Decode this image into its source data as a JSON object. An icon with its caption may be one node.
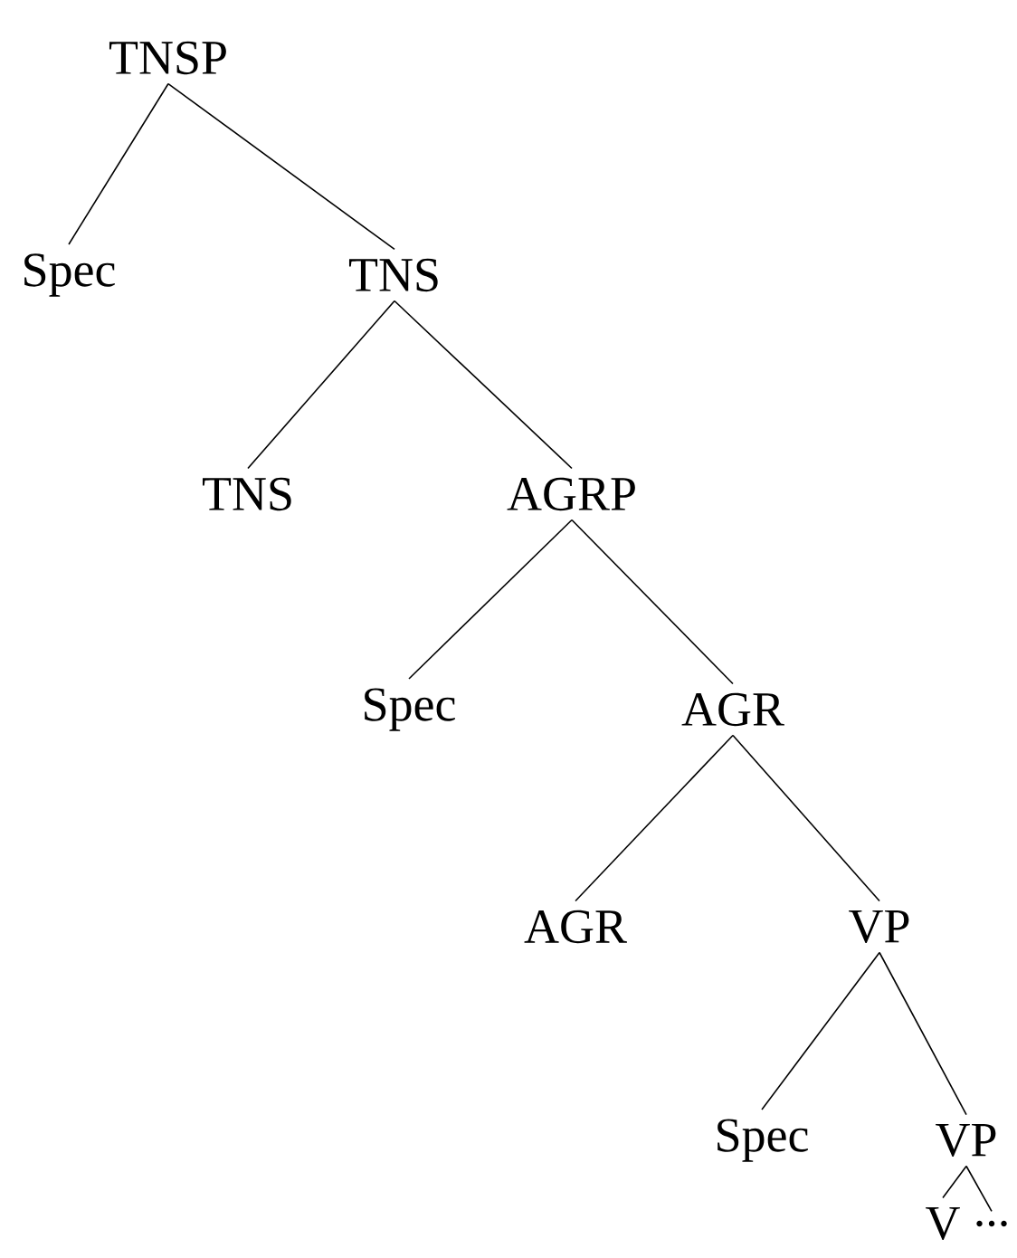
{
  "diagram": {
    "nodes": [
      {
        "text": [
          "TNSP"
        ]
      },
      {
        "text": [
          "Spec"
        ]
      },
      {
        "text": [
          "TNS"
        ]
      },
      {
        "text": [
          "TNS"
        ]
      },
      {
        "text": [
          "AGRP"
        ]
      },
      {
        "text": [
          "Spec"
        ]
      },
      {
        "text": [
          "AGR"
        ]
      },
      {
        "text": [
          "AGR"
        ]
      },
      {
        "text": [
          "VP"
        ]
      },
      {
        "text": [
          "Spec"
        ]
      },
      {
        "text": [
          "VP"
        ]
      },
      {
        "text": [
          "V"
        ]
      },
      {
        "text": [
          "..."
        ]
      }
    ],
    "edges": [
      {
        "from": 0,
        "to": 1,
        "arrow": "none"
      },
      {
        "from": 0,
        "to": 2,
        "arrow": "none"
      },
      {
        "from": 2,
        "to": 3,
        "arrow": "none"
      },
      {
        "from": 2,
        "to": 4,
        "arrow": "none"
      },
      {
        "from": 4,
        "to": 5,
        "arrow": "none"
      },
      {
        "from": 4,
        "to": 6,
        "arrow": "none"
      },
      {
        "from": 6,
        "to": 7,
        "arrow": "none"
      },
      {
        "from": 6,
        "to": 8,
        "arrow": "none"
      },
      {
        "from": 8,
        "to": 9,
        "arrow": "none"
      },
      {
        "from": 8,
        "to": 10,
        "arrow": "none"
      },
      {
        "from": 10,
        "to": 11,
        "arrow": "none"
      },
      {
        "from": 10,
        "to": 12,
        "arrow": "none"
      }
    ]
  }
}
